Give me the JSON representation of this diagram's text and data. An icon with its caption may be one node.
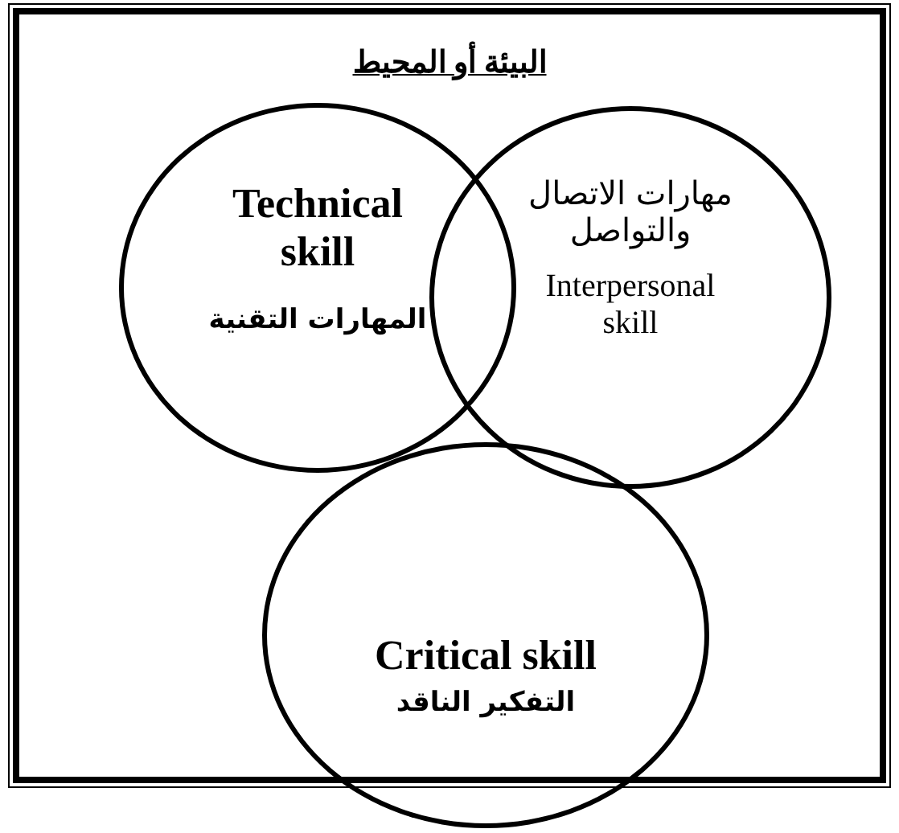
{
  "diagram": {
    "nodes": [
      {
        "text": [
          "البيئة أو المحيط"
        ]
      },
      {
        "text": [
          "Technical skill",
          "المهارات التقنية"
        ],
        "in": 0
      },
      {
        "text": [
          "مهارات الاتصال والتواصل",
          "Interpersonal skill"
        ],
        "in": 0
      },
      {
        "text": [
          "Critical skill",
          "التفكير الناقد"
        ]
      }
    ],
    "edges": []
  }
}
